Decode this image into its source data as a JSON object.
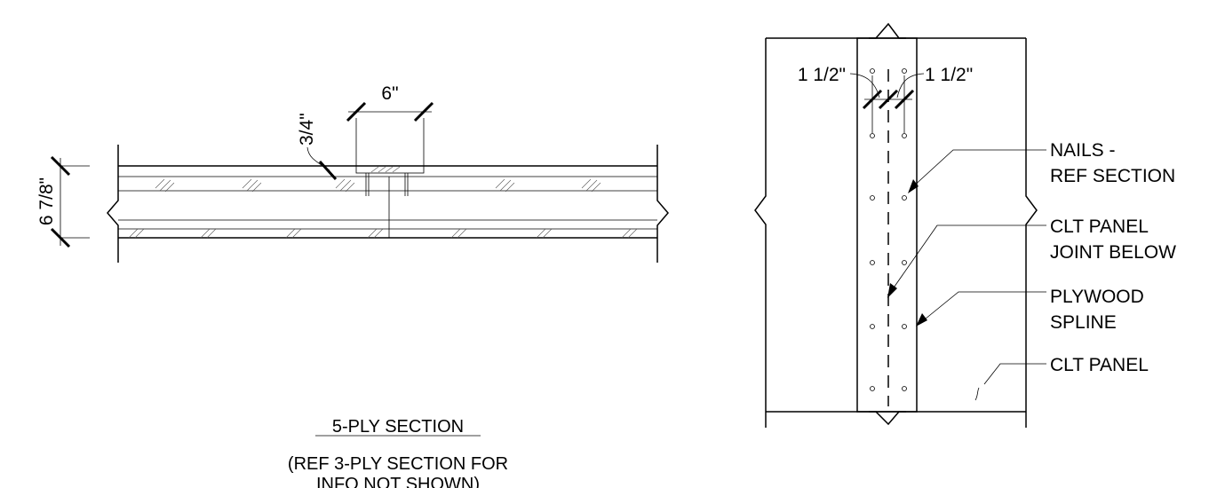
{
  "section": {
    "title": "5-PLY SECTION",
    "note_line1": "(REF 3-PLY SECTION FOR",
    "note_line2": "INFO NOT SHOWN)",
    "dim_width": "6\"",
    "dim_gap": "3/4\"",
    "dim_thickness": "6 7/8\""
  },
  "plan": {
    "dim_left": "1 1/2\"",
    "dim_right": "1 1/2\"",
    "callouts": [
      {
        "line1": "NAILS -",
        "line2": "REF SECTION"
      },
      {
        "line1": "CLT PANEL",
        "line2": "JOINT BELOW"
      },
      {
        "line1": "PLYWOOD",
        "line2": "SPLINE"
      },
      {
        "line1": "CLT PANEL",
        "line2": ""
      }
    ]
  }
}
